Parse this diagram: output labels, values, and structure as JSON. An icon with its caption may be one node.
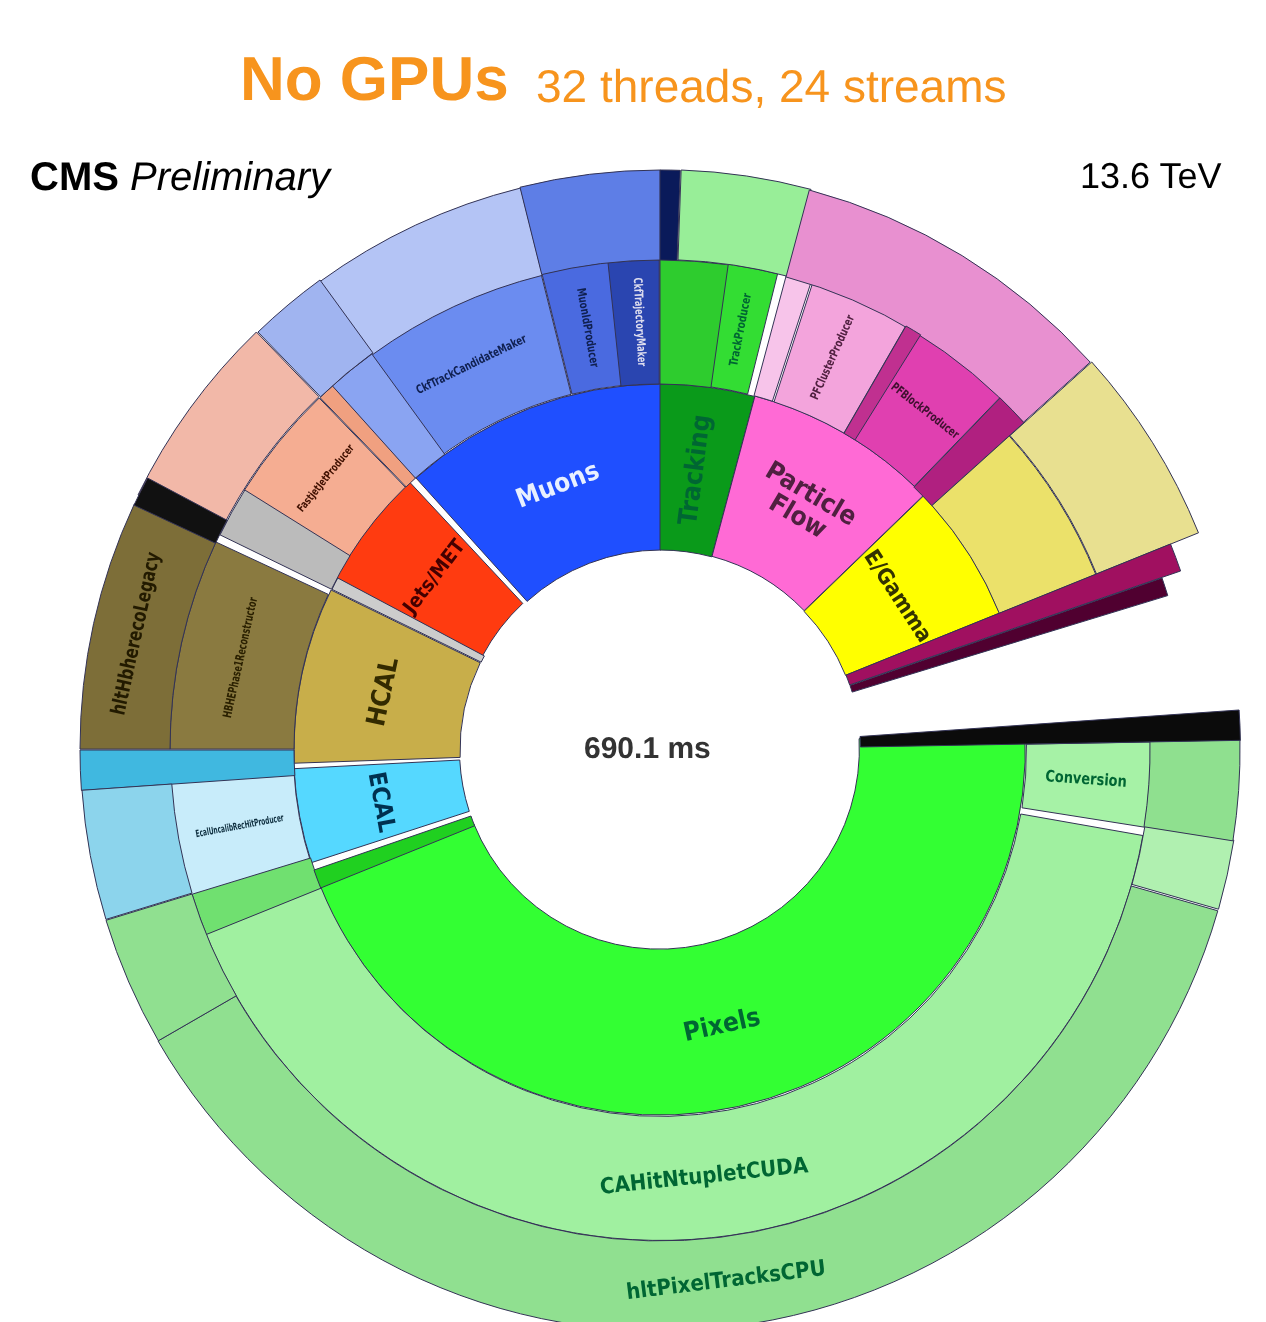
{
  "diagram": {
    "title": "No GPUs",
    "nodes": [
      {
        "text": [
          "Muons"
        ]
      },
      {
        "text": [
          "Tracking"
        ]
      },
      {
        "text": [
          "Particle Flow"
        ]
      },
      {
        "text": [
          "E/Gamma"
        ]
      },
      {
        "text": [
          "Jets/MET"
        ]
      },
      {
        "text": [
          "HCAL"
        ]
      },
      {
        "text": [
          "ECAL"
        ]
      },
      {
        "text": [
          "Pixels"
        ]
      },
      {
        "text": [
          "CkfTrackCandidateMaker"
        ]
      },
      {
        "text": [
          "MuonIdProducer"
        ]
      },
      {
        "text": [
          "CkfTrajectoryMaker"
        ]
      },
      {
        "text": [
          "TrackProducer"
        ]
      },
      {
        "text": [
          "PFClusterProducer"
        ]
      },
      {
        "text": [
          "PFBlockProducer"
        ]
      },
      {
        "text": [
          "FastjetJetProducer"
        ]
      },
      {
        "text": [
          "HBHEPhase1Reconstructor"
        ]
      },
      {
        "text": [
          "hltHbherecoLegacy"
        ]
      },
      {
        "text": [
          "EcalUncalibRecHitProducer"
        ]
      },
      {
        "text": [
          "Conversion"
        ]
      },
      {
        "text": [
          "CAHitNtupletCUDA"
        ]
      },
      {
        "text": [
          "hltPixelTracksCPU"
        ]
      },
      {
        "text": [],
        "shape": "box"
      },
      {
        "text": [],
        "shape": "box"
      },
      {
        "text": [],
        "shape": "box"
      },
      {
        "text": [],
        "shape": "box"
      },
      {
        "text": [],
        "shape": "box"
      },
      {
        "text": [],
        "shape": "box"
      },
      {
        "text": [],
        "shape": "box"
      },
      {
        "text": [],
        "shape": "box"
      },
      {
        "text": [],
        "shape": "box"
      },
      {
        "text": [],
        "shape": "box"
      },
      {
        "text": [],
        "shape": "box"
      },
      {
        "text": [],
        "shape": "box"
      },
      {
        "text": [],
        "shape": "box"
      },
      {
        "text": [],
        "shape": "box"
      },
      {
        "text": [],
        "shape": "box"
      },
      {
        "text": [],
        "shape": "box"
      },
      {
        "text": [],
        "shape": "box"
      },
      {
        "text": [],
        "shape": "box"
      },
      {
        "text": [],
        "shape": "box"
      },
      {
        "text": [],
        "shape": "box"
      },
      {
        "text": [],
        "shape": "box"
      },
      {
        "text": [],
        "shape": "box"
      },
      {
        "text": [],
        "shape": "box"
      },
      {
        "text": [],
        "shape": "box"
      },
      {
        "text": [],
        "shape": "box"
      },
      {
        "text": [],
        "shape": "box"
      },
      {
        "text": [],
        "shape": "box"
      },
      {
        "text": [],
        "shape": "box"
      }
    ],
    "labels": [
      "32 threads, 24 streams",
      "**CMS** *Preliminary*",
      "13.6 TeV",
      "690.1 ms"
    ]
  }
}
